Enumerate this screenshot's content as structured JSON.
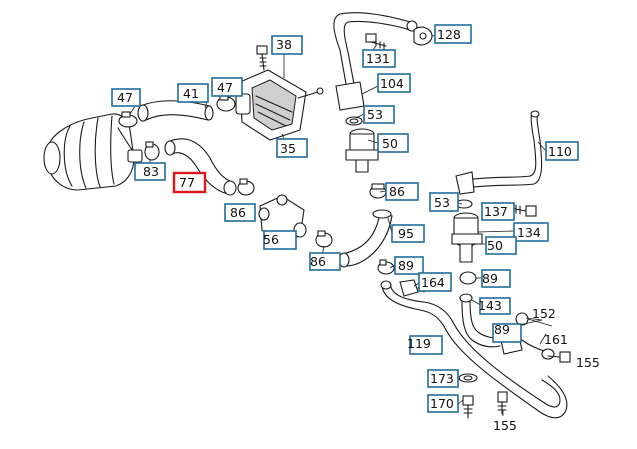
{
  "diagram": {
    "highlighted_callout": "77",
    "box_color": "#1f6d9b",
    "highlight_color": "#e0161b",
    "callouts": [
      {
        "id": "c38",
        "text": "38"
      },
      {
        "id": "c131",
        "text": "131"
      },
      {
        "id": "c128",
        "text": "128"
      },
      {
        "id": "c104",
        "text": "104"
      },
      {
        "id": "c47a",
        "text": "47"
      },
      {
        "id": "c41",
        "text": "41"
      },
      {
        "id": "c47b",
        "text": "47"
      },
      {
        "id": "c53a",
        "text": "53"
      },
      {
        "id": "c50a",
        "text": "50"
      },
      {
        "id": "c110",
        "text": "110"
      },
      {
        "id": "c35",
        "text": "35"
      },
      {
        "id": "c83",
        "text": "83"
      },
      {
        "id": "c77",
        "text": "77"
      },
      {
        "id": "c86a",
        "text": "86"
      },
      {
        "id": "c86b",
        "text": "86"
      },
      {
        "id": "c53b",
        "text": "53"
      },
      {
        "id": "c137",
        "text": "137"
      },
      {
        "id": "c95",
        "text": "95"
      },
      {
        "id": "c134",
        "text": "134"
      },
      {
        "id": "c56",
        "text": "56"
      },
      {
        "id": "c50b",
        "text": "50"
      },
      {
        "id": "c86c",
        "text": "86"
      },
      {
        "id": "c89a",
        "text": "89"
      },
      {
        "id": "c164",
        "text": "164"
      },
      {
        "id": "c89b",
        "text": "89"
      },
      {
        "id": "c143",
        "text": "143"
      },
      {
        "id": "c89c",
        "text": "89"
      },
      {
        "id": "c119",
        "text": "119"
      },
      {
        "id": "c173",
        "text": "173"
      },
      {
        "id": "c170",
        "text": "170"
      }
    ],
    "plain_labels": [
      {
        "id": "p152",
        "text": "152"
      },
      {
        "id": "p161",
        "text": "161"
      },
      {
        "id": "p155a",
        "text": "155"
      },
      {
        "id": "p155b",
        "text": "155"
      }
    ]
  }
}
